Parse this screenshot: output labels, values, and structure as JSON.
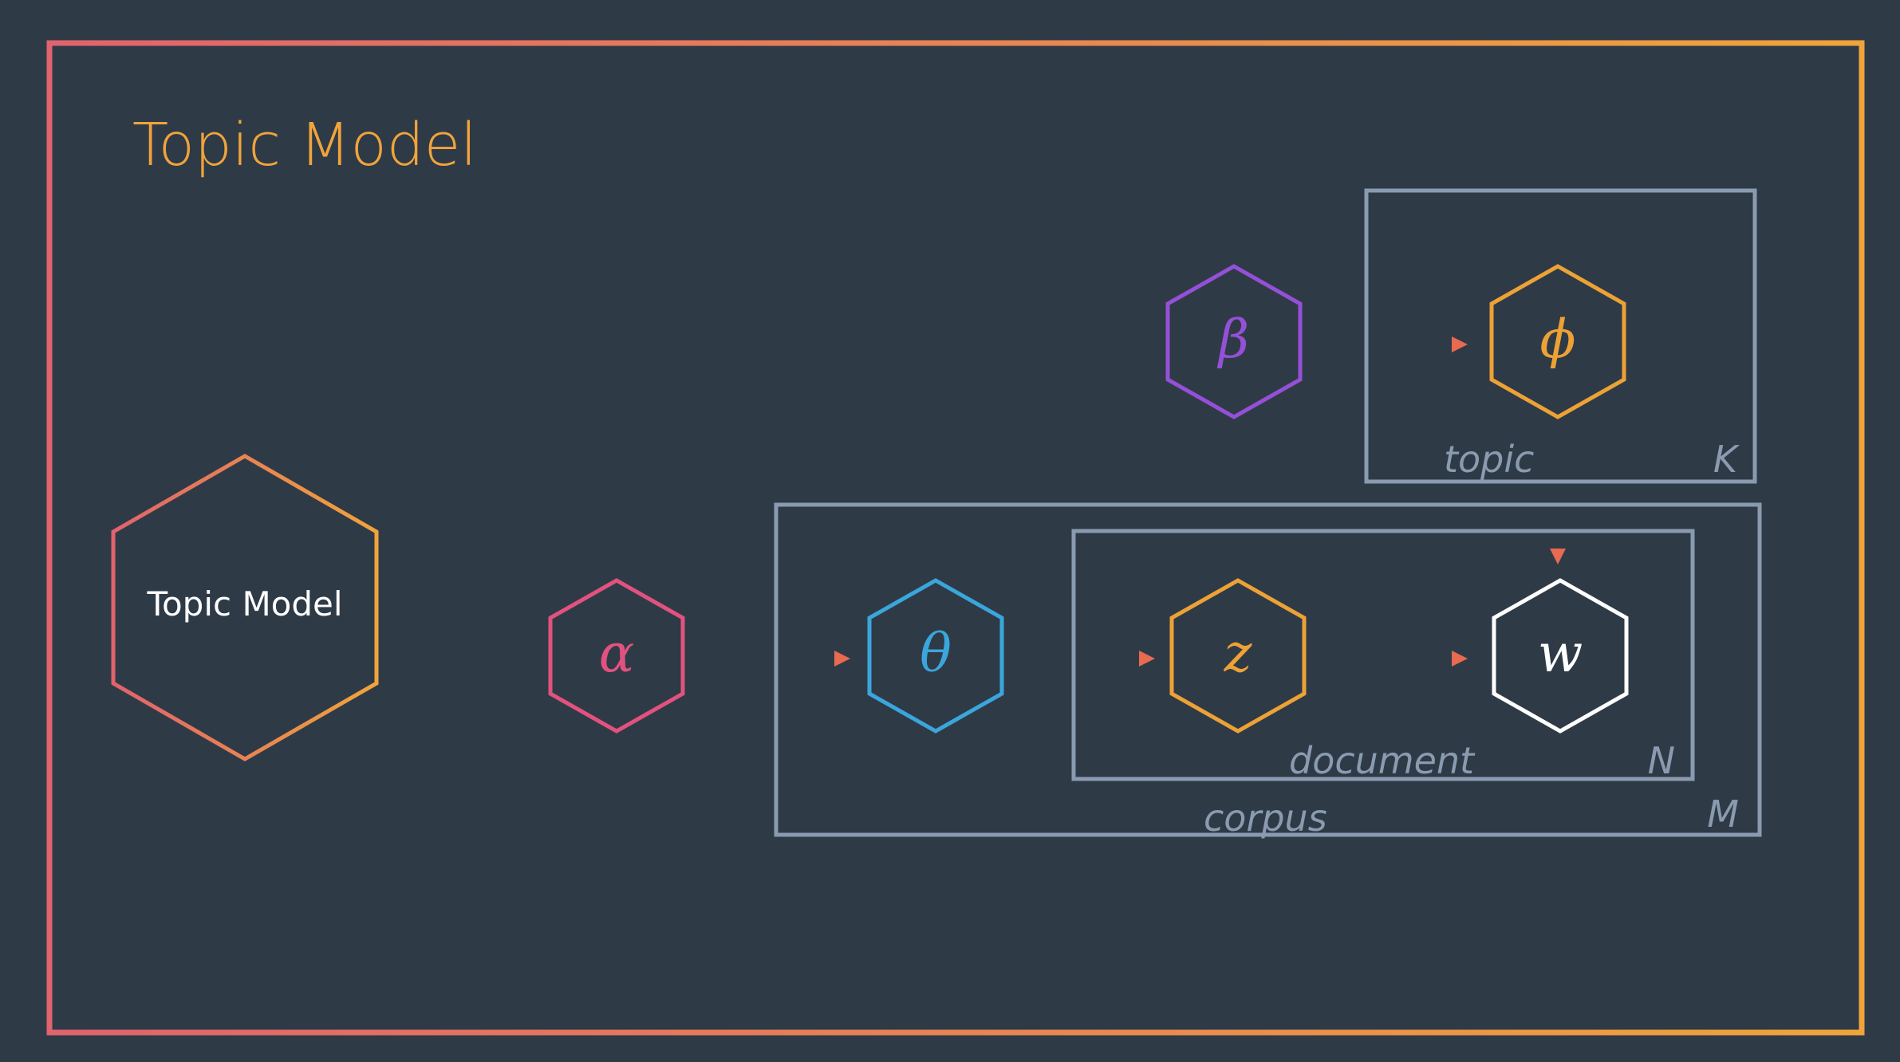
{
  "title": "Topic Model",
  "box_label": "Topic Model",
  "nodes": {
    "alpha": {
      "symbol": "α",
      "color": "#e2527f"
    },
    "theta": {
      "symbol": "θ",
      "color": "#3aa6dc"
    },
    "z": {
      "symbol": "z",
      "color": "#eda235"
    },
    "w": {
      "symbol": "w",
      "color": "#ffffff"
    },
    "beta": {
      "symbol": "β",
      "color": "#9450d6"
    },
    "phi": {
      "symbol": "ϕ",
      "color": "#eda235"
    }
  },
  "plates": {
    "topic": {
      "name": "topic",
      "count": "K"
    },
    "corpus": {
      "name": "corpus",
      "count": "M"
    },
    "document": {
      "name": "document",
      "count": "N"
    }
  },
  "colors": {
    "background": "#2f3a47",
    "frame_start": "#e0636d",
    "frame_end": "#f0a43a",
    "title": "#f0a43a",
    "plate": "#8a9bb0",
    "arrow": "#ea7a4c"
  }
}
